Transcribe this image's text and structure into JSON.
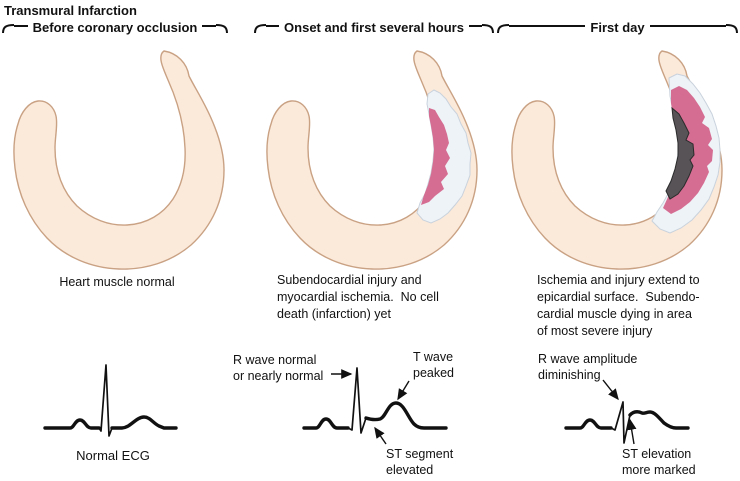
{
  "title": "Transmural Infarction",
  "colors": {
    "heart_fill": "#fbe9da",
    "heart_outline": "#c9a183",
    "ischemia_pale": "#eef3f8",
    "ischemia_border": "#c9d2dc",
    "injury_pink": "#d56d92",
    "infarct_gray": "#575357",
    "infarct_border": "#2b2b2b",
    "line_color": "#111111"
  },
  "columns": [
    {
      "header": "Before coronary occlusion",
      "caption": "Heart muscle normal",
      "ecg_label": "Normal ECG"
    },
    {
      "header": "Onset and first several hours",
      "caption": "Subendocardial injury and\nmyocardial ischemia.  No cell\ndeath (infarction) yet",
      "annotations": {
        "r_wave": "R wave normal\nor nearly normal",
        "t_wave": "T wave\npeaked",
        "st_segment": "ST segment\nelevated"
      }
    },
    {
      "header": "First day",
      "caption": "Ischemia and injury extend to\nepicardial surface.  Subendo-\ncardial muscle dying in area\nof most severe injury",
      "annotations": {
        "r_wave": "R wave amplitude\ndiminishing",
        "st_segment": "ST elevation\nmore marked"
      }
    }
  ]
}
